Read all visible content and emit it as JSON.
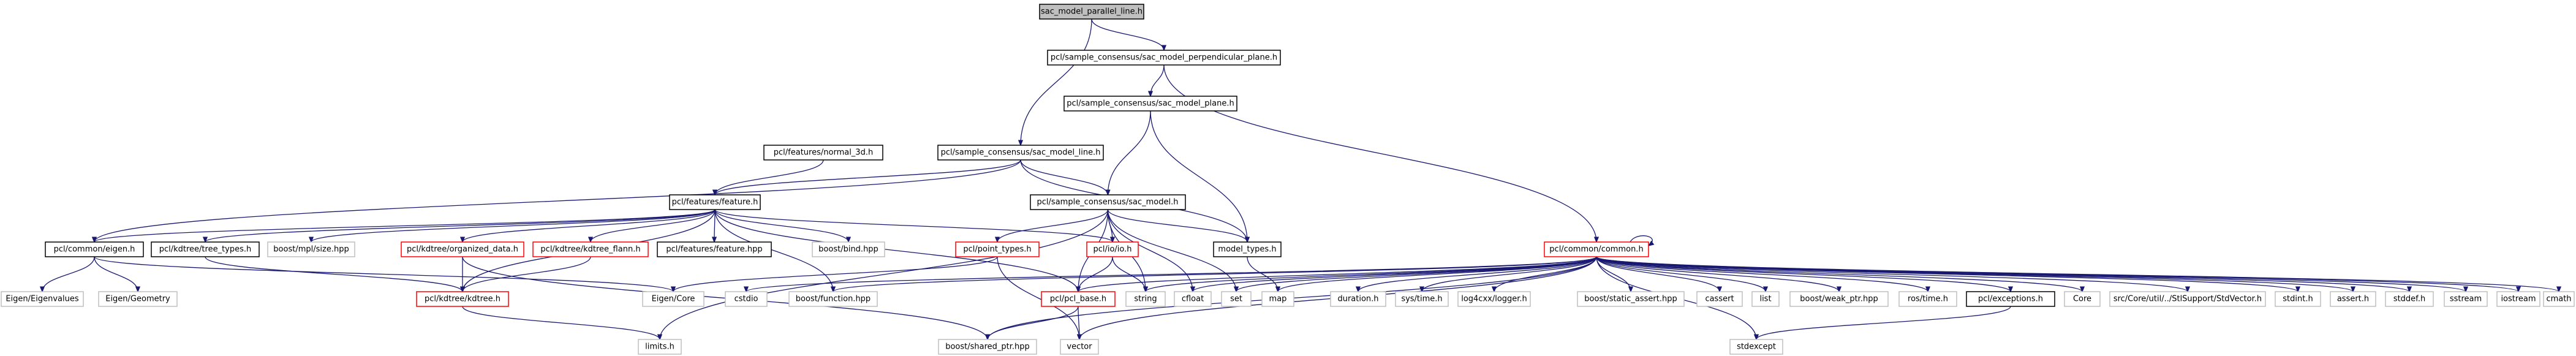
{
  "nodes": {
    "root": "sac_model_parallel_line.h",
    "perp": "pcl/sample_consensus/sac_model_perpendicular_plane.h",
    "plane": "pcl/sample_consensus/sac_model_plane.h",
    "normal3d": "pcl/features/normal_3d.h",
    "line": "pcl/sample_consensus/sac_model_line.h",
    "feature": "pcl/features/feature.h",
    "sacmodel": "pcl/sample_consensus/sac_model.h",
    "common": "pcl/common/common.h",
    "eigen": "pcl/common/eigen.h",
    "treetypes": "pcl/kdtree/tree_types.h",
    "mplsize": "boost/mpl/size.hpp",
    "organized": "pcl/kdtree/organized_data.h",
    "flann": "pcl/kdtree/kdtree_flann.h",
    "featurehpp": "pcl/features/feature.hpp",
    "bind": "boost/bind.hpp",
    "pointtypes": "pcl/point_types.h",
    "io": "pcl/io/io.h",
    "modeltypes": "model_types.h",
    "eigenvalues": "Eigen/Eigenvalues",
    "geometry": "Eigen/Geometry",
    "kdtree": "pcl/kdtree/kdtree.h",
    "eigencore": "Eigen/Core",
    "cstdio": "cstdio",
    "function": "boost/function.hpp",
    "pclbase": "pcl/pcl_base.h",
    "string": "string",
    "cfloat": "cfloat",
    "set": "set",
    "map": "map",
    "duration": "duration.h",
    "systime": "sys/time.h",
    "log4cxx": "log4cxx/logger.h",
    "staticassert": "boost/static_assert.hpp",
    "cassert": "cassert",
    "list": "list",
    "weakptr": "boost/weak_ptr.hpp",
    "rostime": "ros/time.h",
    "exceptions": "pcl/exceptions.h",
    "core": "Core",
    "stlvector": "src/Core/util/../StlSupport/StdVector.h",
    "stdint": "stdint.h",
    "asserth": "assert.h",
    "stddef": "stddef.h",
    "sstream": "sstream",
    "iostream": "iostream",
    "cmath": "cmath",
    "limits": "limits.h",
    "sharedptr": "boost/shared_ptr.hpp",
    "vector": "vector",
    "stdexcept": "stdexcept"
  }
}
